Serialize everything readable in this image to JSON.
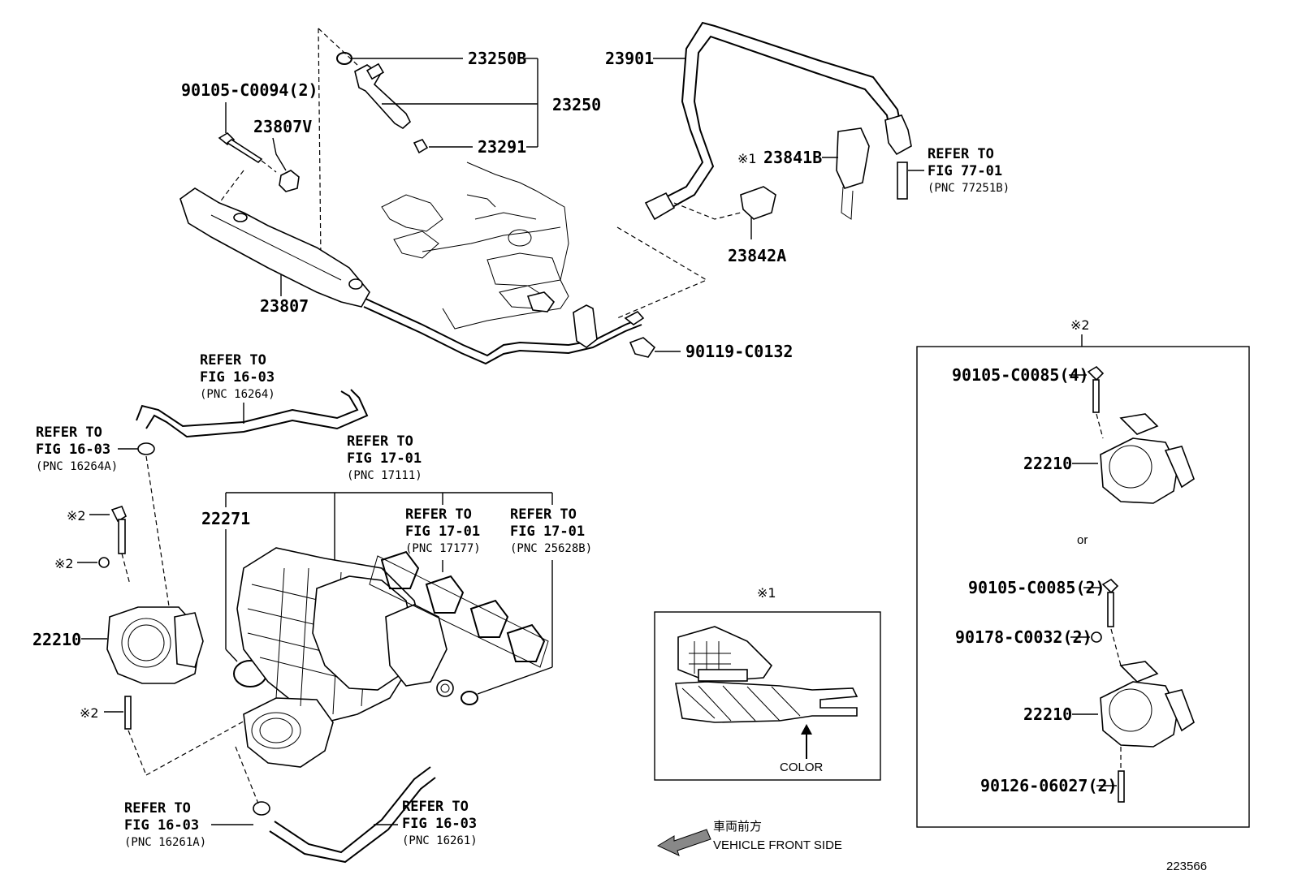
{
  "part_labels": {
    "p23250B": "23250B",
    "p23250": "23250",
    "p23291": "23291",
    "p90105_C0094": "90105-C0094(2)",
    "p23807V": "23807V",
    "p23807": "23807",
    "p23901": "23901",
    "p23841B": "23841B",
    "p23842A": "23842A",
    "p90119": "90119-C0132",
    "p22271": "22271",
    "p22210_main": "22210",
    "p22210_alt1": "22210",
    "p22210_alt2": "22210",
    "p90105_C0085_4": "90105-C0085(4)",
    "p90105_C0085_2": "90105-C0085(2)",
    "p90178": "90178-C0032(2)",
    "p90126": "90126-06027(2)"
  },
  "refer": {
    "r77": {
      "l1": "REFER TO",
      "l2": "FIG 77-01",
      "l3": "(PNC 77251B)"
    },
    "r16264": {
      "l1": "REFER TO",
      "l2": "FIG 16-03",
      "l3": "(PNC 16264)"
    },
    "r16264A": {
      "l1": "REFER TO",
      "l2": "FIG 16-03",
      "l3": "(PNC 16264A)"
    },
    "r17111": {
      "l1": "REFER TO",
      "l2": "FIG 17-01",
      "l3": "(PNC 17111)"
    },
    "r17177": {
      "l1": "REFER TO",
      "l2": "FIG 17-01",
      "l3": "(PNC 17177)"
    },
    "r25628B": {
      "l1": "REFER TO",
      "l2": "FIG 17-01",
      "l3": "(PNC 25628B)"
    },
    "r16261A": {
      "l1": "REFER TO",
      "l2": "FIG 16-03",
      "l3": "(PNC 16261A)"
    },
    "r16261": {
      "l1": "REFER TO",
      "l2": "FIG 16-03",
      "l3": "(PNC 16261)"
    }
  },
  "marks": {
    "m1": "※1",
    "m2": "※2"
  },
  "inset": {
    "color_label": "COLOR",
    "or_label": "or"
  },
  "front": {
    "jp": "車両前方",
    "en": "VEHICLE FRONT SIDE"
  },
  "figure_number": "223566"
}
